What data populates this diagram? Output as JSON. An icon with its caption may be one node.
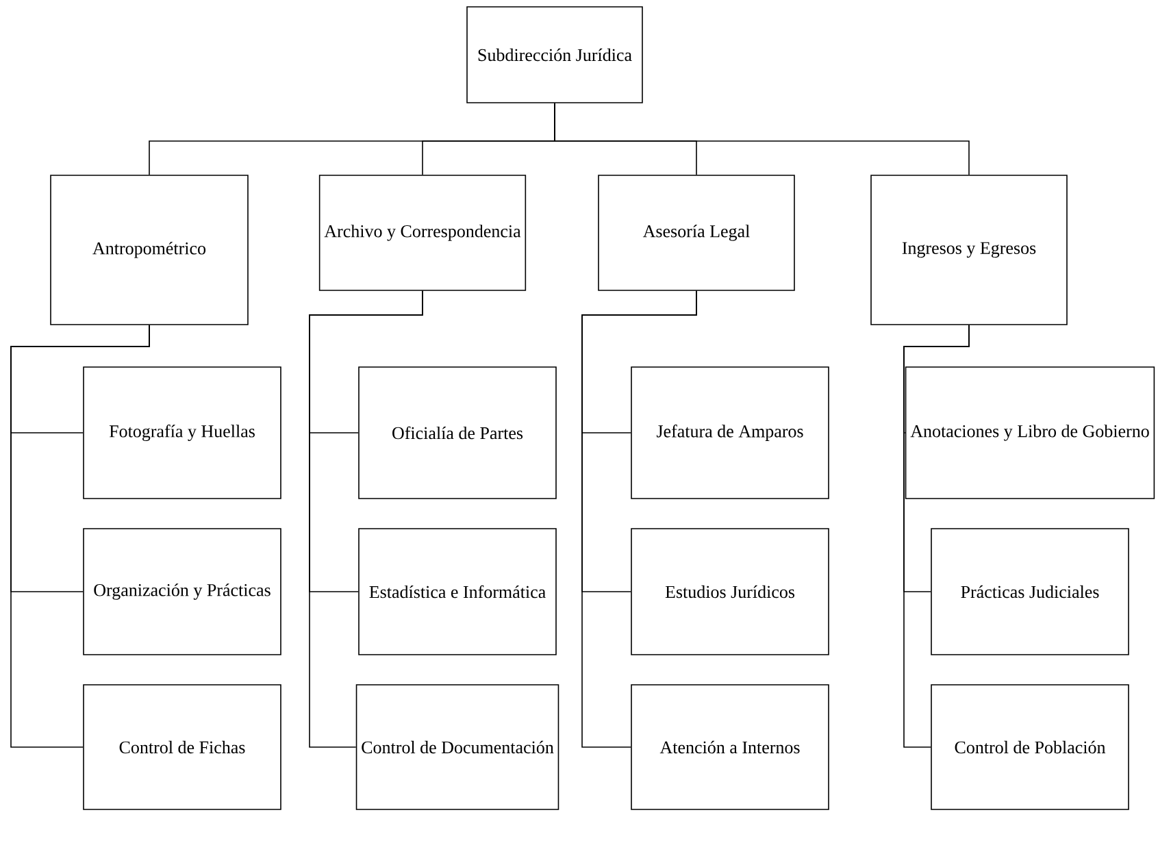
{
  "diagram": {
    "nodes": [
      {
        "text": [
          "Subdirección Jurídica"
        ]
      },
      {
        "text": [
          "Antropométrico"
        ]
      },
      {
        "text": [
          "Archivo y Correspondencia"
        ]
      },
      {
        "text": [
          "Asesoría Legal"
        ]
      },
      {
        "text": [
          "Ingresos y Egresos"
        ]
      },
      {
        "text": [
          "Fotografía y Huellas"
        ]
      },
      {
        "text": [
          "Organización y Prácticas"
        ]
      },
      {
        "text": [
          "Control de Fichas"
        ]
      },
      {
        "text": [
          "Oficialía de Partes"
        ]
      },
      {
        "text": [
          "Estadística e Informática"
        ]
      },
      {
        "text": [
          "Control de Documentación"
        ]
      },
      {
        "text": [
          "Jefatura de Amparos"
        ]
      },
      {
        "text": [
          "Estudios Jurídicos"
        ]
      },
      {
        "text": [
          "Atención a Internos"
        ]
      },
      {
        "text": [
          "Anotaciones y Libro de Gobierno"
        ]
      },
      {
        "text": [
          "Prácticas Judiciales"
        ]
      },
      {
        "text": [
          "Control de Población"
        ]
      }
    ],
    "edges": [
      {
        "from": 0,
        "to": 1,
        "arrow": "none"
      },
      {
        "from": 0,
        "to": 2,
        "arrow": "none"
      },
      {
        "from": 0,
        "to": 3,
        "arrow": "none"
      },
      {
        "from": 0,
        "to": 4,
        "arrow": "none"
      },
      {
        "from": 1,
        "to": 5,
        "arrow": "none"
      },
      {
        "from": 1,
        "to": 6,
        "arrow": "none"
      },
      {
        "from": 1,
        "to": 7,
        "arrow": "none"
      },
      {
        "from": 2,
        "to": 8,
        "arrow": "none"
      },
      {
        "from": 2,
        "to": 9,
        "arrow": "none"
      },
      {
        "from": 2,
        "to": 10,
        "arrow": "none"
      },
      {
        "from": 3,
        "to": 11,
        "arrow": "none"
      },
      {
        "from": 3,
        "to": 12,
        "arrow": "none"
      },
      {
        "from": 3,
        "to": 13,
        "arrow": "none"
      },
      {
        "from": 4,
        "to": 14,
        "arrow": "none"
      },
      {
        "from": 4,
        "to": 15,
        "arrow": "none"
      },
      {
        "from": 4,
        "to": 16,
        "arrow": "none"
      }
    ]
  }
}
